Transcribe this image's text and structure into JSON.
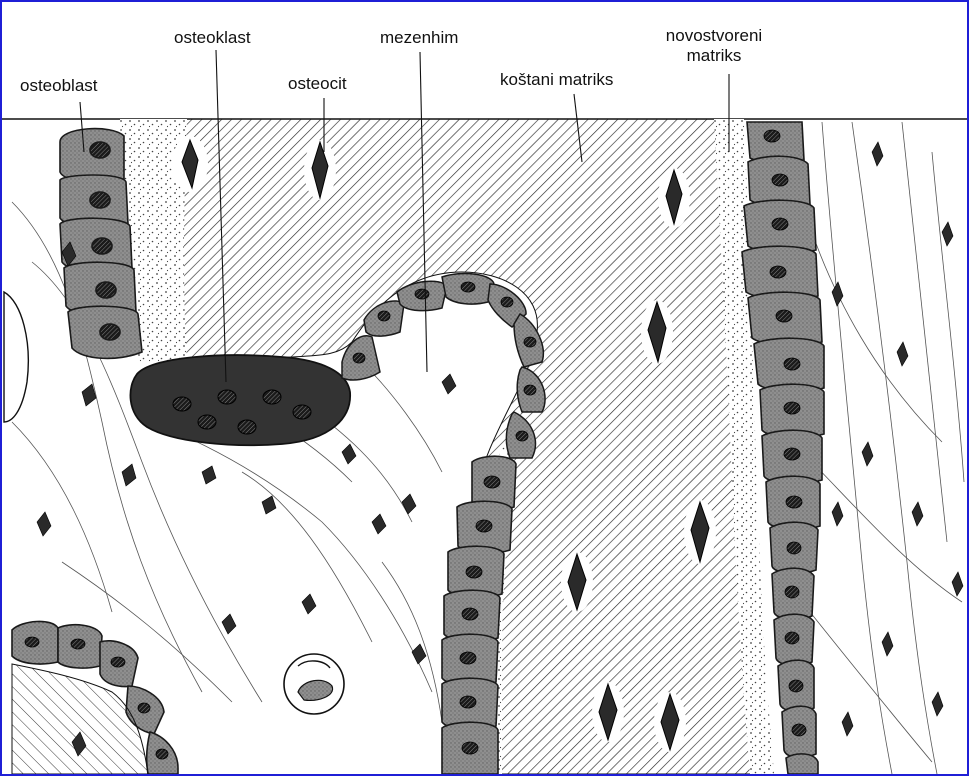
{
  "figure": {
    "colors": {
      "frame": "#1f1fd6",
      "cell_fill": "#8c8c8c",
      "cell_stroke": "#1a1a1a",
      "osteoclast_fill": "#3a3a3a",
      "matrix_hatch": "#2a2a2a",
      "stipple": "#555555",
      "background": "#ffffff"
    },
    "labels": {
      "osteoblast": "osteoblast",
      "osteoklast": "osteoklast",
      "osteocit": "osteocit",
      "mezenhim": "mezenhim",
      "kostani_matriks": "koštani matriks",
      "novostvoreni_line1": "novostvoreni",
      "novostvoreni_line2": "matriks"
    }
  }
}
